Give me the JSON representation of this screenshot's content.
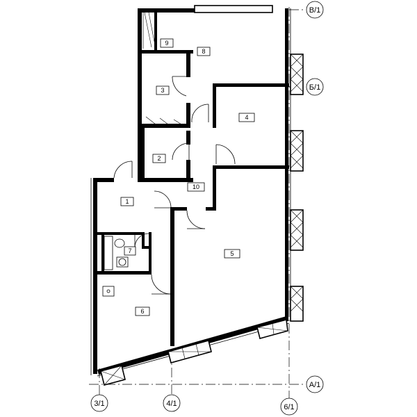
{
  "rooms": [
    {
      "id": "1",
      "label": "1"
    },
    {
      "id": "2",
      "label": "2"
    },
    {
      "id": "3",
      "label": "3"
    },
    {
      "id": "4",
      "label": "4"
    },
    {
      "id": "5",
      "label": "5"
    },
    {
      "id": "6",
      "label": "6"
    },
    {
      "id": "7",
      "label": "7"
    },
    {
      "id": "8",
      "label": "8"
    },
    {
      "id": "9",
      "label": "9"
    },
    {
      "id": "10",
      "label": "10"
    }
  ],
  "axes": {
    "b1": "B/1",
    "v1": "Б/1",
    "a1": "A/1",
    "c3": "3/1",
    "c4": "4/1",
    "c6": "6/1"
  }
}
